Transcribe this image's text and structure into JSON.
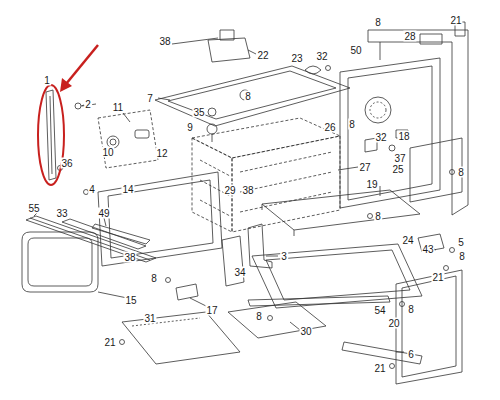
{
  "diagram": {
    "labels": [
      "38",
      "22",
      "21",
      "8",
      "28",
      "50",
      "23",
      "32",
      "1",
      "2",
      "7",
      "11",
      "35",
      "8",
      "9",
      "26",
      "8",
      "18",
      "32",
      "10",
      "12",
      "37",
      "36",
      "27",
      "25",
      "8",
      "19",
      "4",
      "14",
      "29",
      "38",
      "55",
      "33",
      "49",
      "8",
      "24",
      "5",
      "43",
      "38",
      "3",
      "8",
      "21",
      "34",
      "8",
      "15",
      "17",
      "54",
      "8",
      "8",
      "31",
      "20",
      "30",
      "21",
      "6",
      "21"
    ]
  }
}
